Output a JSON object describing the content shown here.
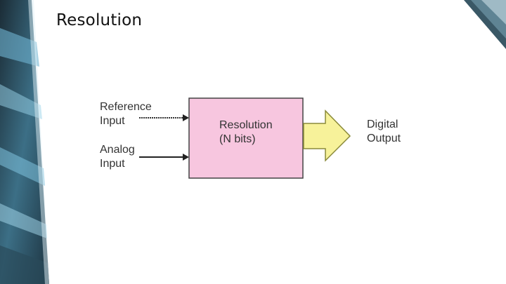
{
  "slide": {
    "title": "Resolution"
  },
  "diagram": {
    "inputs": {
      "reference": {
        "line1": "Reference",
        "line2": "Input"
      },
      "analog": {
        "line1": "Analog",
        "line2": "Input"
      }
    },
    "block": {
      "line1": "Resolution",
      "line2": "(N bits)"
    },
    "output": {
      "line1": "Digital",
      "line2": "Output"
    }
  },
  "colors": {
    "block_fill": "#f7c6df",
    "block_border": "#444444",
    "output_arrow_fill": "#f7f29a",
    "output_arrow_border": "#8a8a3a",
    "decor_dark": "#1d3340",
    "decor_light": "#5fa6c4"
  }
}
